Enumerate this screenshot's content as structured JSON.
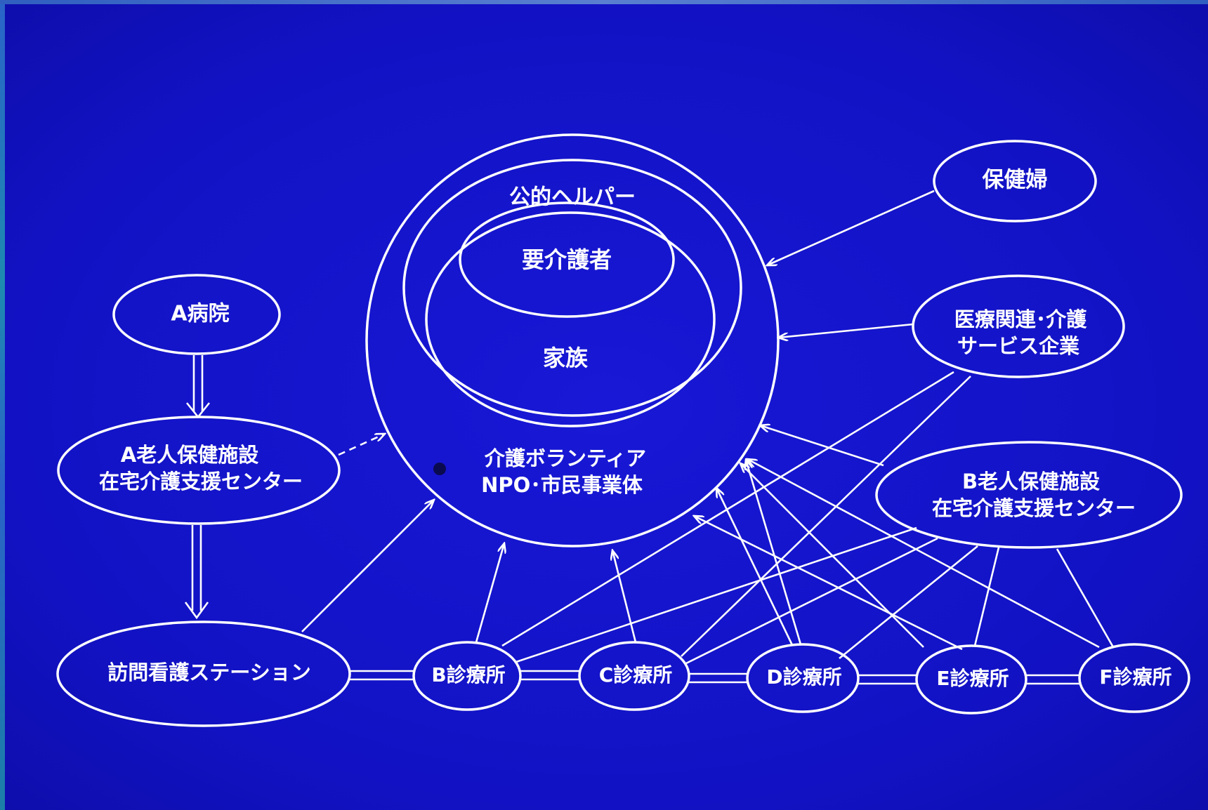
{
  "nodes": {
    "public_helper": "公的ヘルパー",
    "care_recipient": "要介護者",
    "family": "家族",
    "volunteer_line1": "介護ボランティア",
    "volunteer_line2": "NPO･市民事業体",
    "hospital_a": "A病院",
    "facility_a_line1": "A老人保健施設",
    "facility_a_line2": "在宅介護支援センター",
    "nursing_station": "訪問看護ステーション",
    "public_health_nurse": "保健婦",
    "medical_company_line1": "医療関連･介護",
    "medical_company_line2": "サービス企業",
    "facility_b_line1": "B老人保健施設",
    "facility_b_line2": "在宅介護支援センター",
    "clinic_b": "B診療所",
    "clinic_c": "C診療所",
    "clinic_d": "D診療所",
    "clinic_e": "E診療所",
    "clinic_f": "F診療所"
  },
  "colors": {
    "background": "#1414c8",
    "stroke": "#ffffff"
  }
}
